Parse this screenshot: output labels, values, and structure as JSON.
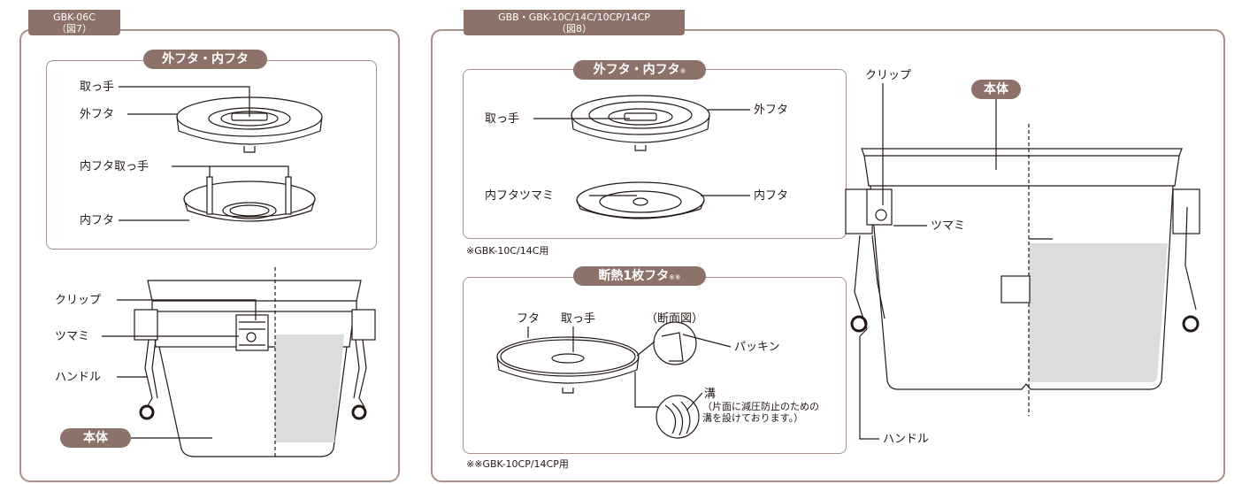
{
  "left_panel": {
    "tag_line1": "GBK-06C",
    "tag_line2": "（図7）",
    "lid_section": {
      "title": "外フタ・内フタ",
      "labels": {
        "handle": "取っ手",
        "outer_lid": "外フタ",
        "inner_lid_handle": "内フタ取っ手",
        "inner_lid": "内フタ"
      }
    },
    "body_section": {
      "title": "本体",
      "labels": {
        "clip": "クリップ",
        "knob": "ツマミ",
        "handle": "ハンドル"
      }
    }
  },
  "right_panel": {
    "tag_line1": "GBB・GBK-10C/14C/10CP/14CP",
    "tag_line2": "（図8）",
    "lid_section": {
      "title": "外フタ・内フタ",
      "title_mark": "※",
      "labels": {
        "handle": "取っ手",
        "outer_lid": "外フタ",
        "inner_lid_knob": "内フタツマミ",
        "inner_lid": "内フタ"
      },
      "footnote": "※GBK-10C/14C用"
    },
    "insulated_section": {
      "title": "断熱1枚フタ",
      "title_mark": "※※",
      "labels": {
        "lid": "フタ",
        "handle": "取っ手",
        "cross_section": "（断面図）",
        "packing": "パッキン",
        "groove": "溝",
        "groove_note": "（片面に減圧防止のための溝を設けております。）"
      },
      "footnote": "※※GBK-10CP/14CP用"
    },
    "body_section": {
      "title": "本体",
      "labels": {
        "clip": "クリップ",
        "knob": "ツマミ",
        "handle": "ハンドル"
      }
    }
  },
  "colors": {
    "accent": "#8c7268",
    "frame": "#a89186",
    "line": "#231815",
    "liquid": "#dcdcdc"
  }
}
